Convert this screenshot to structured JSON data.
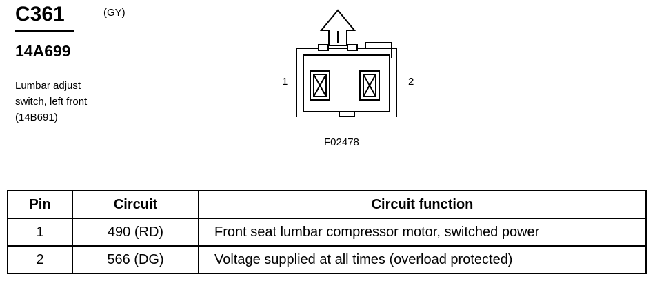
{
  "connector": {
    "id": "C361",
    "color_code": "(GY)",
    "part_number": "14A699",
    "description_lines": [
      "Lumbar adjust",
      "switch, left front",
      "(14B691)"
    ],
    "pin_labels": [
      "1",
      "2"
    ],
    "figure_code": "F02478"
  },
  "table": {
    "headers": [
      "Pin",
      "Circuit",
      "Circuit function"
    ],
    "rows": [
      {
        "pin": "1",
        "circuit": "490 (RD)",
        "function": "Front seat lumbar compressor motor, switched power"
      },
      {
        "pin": "2",
        "circuit": "566 (DG)",
        "function": "Voltage supplied at all times (overload protected)"
      }
    ]
  }
}
